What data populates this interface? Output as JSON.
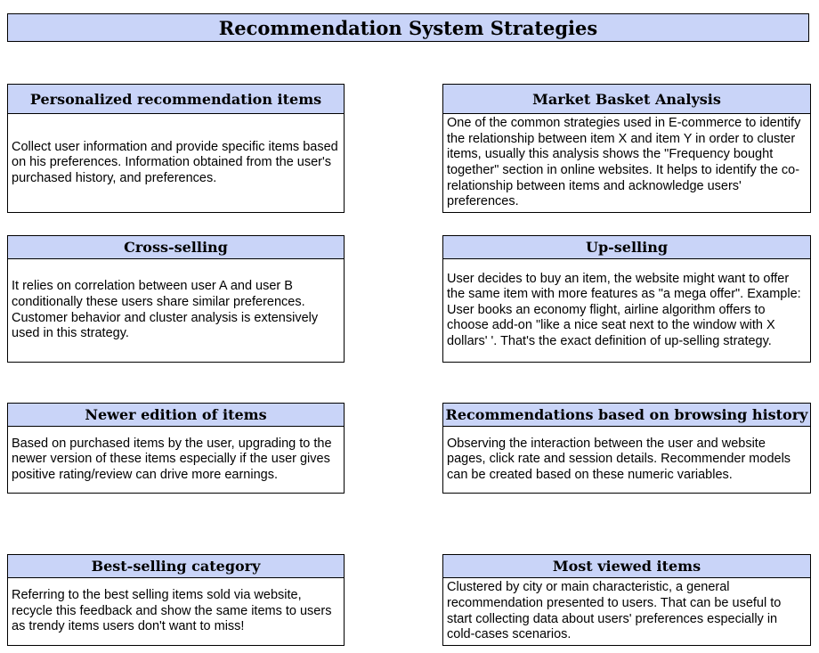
{
  "title": "Recommendation System Strategies",
  "cards": [
    {
      "heading": "Personalized recommendation items",
      "text": "Collect user information and provide specific items based on his preferences. Information obtained from the user's purchased history, and preferences."
    },
    {
      "heading": "Market Basket Analysis",
      "text": "One of the common strategies used in E-commerce to identify the relationship between item X and item Y in order to cluster items, usually this analysis shows the \"Frequency bought together\" section in online websites. It helps to identify the co-relationship between items and acknowledge users' preferences."
    },
    {
      "heading": "Cross-selling",
      "text": "It relies on correlation between user A and user B conditionally these users share similar preferences. Customer behavior and cluster analysis is extensively used in this strategy."
    },
    {
      "heading": "Up-selling",
      "text": "User decides to buy an item, the website might want to offer the same item with more features as \"a mega offer\". Example: User books an economy flight, airline algorithm offers to choose add-on \"like a nice seat next to the window with X dollars' '. That's the exact definition of up-selling strategy."
    },
    {
      "heading": "Newer edition of items",
      "text": "Based on purchased items by the user, upgrading to the newer version of these items especially if the user gives positive rating/review can drive more earnings."
    },
    {
      "heading": "Recommendations based on browsing history",
      "text": "Observing the interaction between the user and website pages, click rate and session details. Recommender models can be created based on these numeric variables."
    },
    {
      "heading": "Best-selling category",
      "text": "Referring to the best selling items sold via website, recycle this feedback and show the same items to users as trendy items users don't want to miss!"
    },
    {
      "heading": "Most viewed items",
      "text": "Clustered by city or main characteristic, a general recommendation presented to users. That can be useful to start collecting data about users' preferences especially in cold-cases scenarios."
    }
  ]
}
